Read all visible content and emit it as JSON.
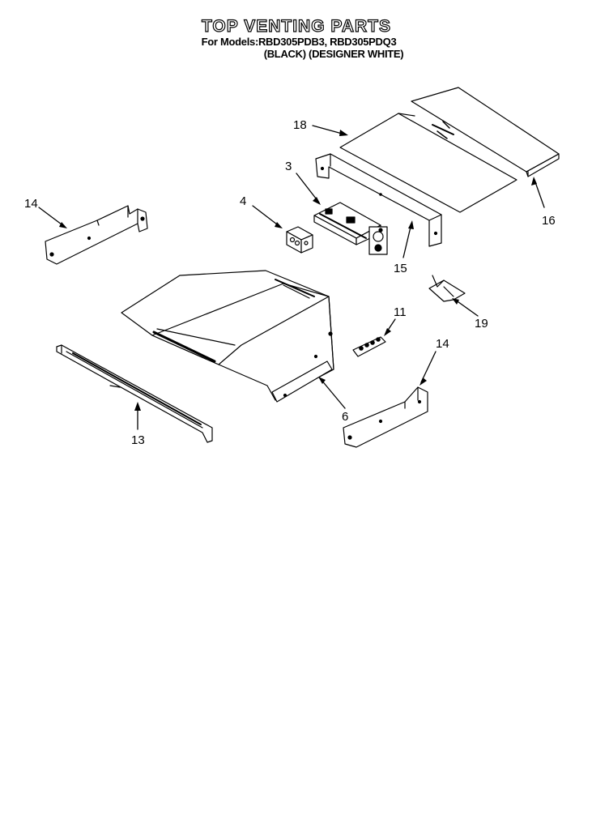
{
  "header": {
    "title": "TOP VENTING PARTS",
    "models_line": "For Models:RBD305PDB3, RBD305PDQ3",
    "colors_line": "(BLACK)  (DESIGNER WHITE)"
  },
  "callouts": {
    "c18": "18",
    "c3": "3",
    "c4": "4",
    "c14a": "14",
    "c16": "16",
    "c15": "15",
    "c11": "11",
    "c19": "19",
    "c14b": "14",
    "c6": "6",
    "c13": "13"
  }
}
